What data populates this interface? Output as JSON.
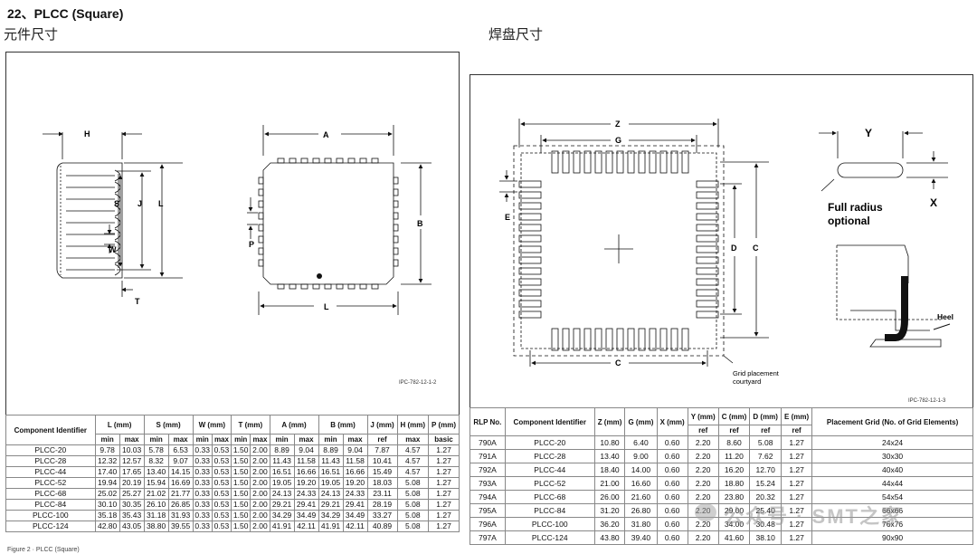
{
  "header": {
    "title": "22、PLCC (Square)",
    "left_subtitle": "元件尺寸",
    "right_subtitle": "焊盘尺寸"
  },
  "left_figure": {
    "labels": {
      "H": "H",
      "S": "S",
      "J": "J",
      "L": "L",
      "W": "W",
      "T": "T",
      "A": "A",
      "B": "B",
      "P": "P",
      "L2": "L"
    },
    "figref": "IPC-782-12-1-2"
  },
  "right_figure": {
    "labels": {
      "Z": "Z",
      "G": "G",
      "C": "C",
      "D": "D",
      "E": "E",
      "Y": "Y",
      "X": "X",
      "C2": "C"
    },
    "full_radius": [
      "Full radius",
      "optional"
    ],
    "heel": "Heel",
    "courtyard": [
      "Grid placement",
      "courtyard"
    ],
    "figref": "IPC-782-12-1-3"
  },
  "left_table": {
    "h1": [
      "Component Identifier",
      "L (mm)",
      "S (mm)",
      "W (mm)",
      "T (mm)",
      "A (mm)",
      "B (mm)",
      "J (mm)",
      "H (mm)",
      "P (mm)"
    ],
    "h2": [
      "min",
      "max",
      "min",
      "max",
      "min",
      "max",
      "min",
      "max",
      "min",
      "max",
      "min",
      "max",
      "ref",
      "max",
      "basic"
    ],
    "rows": [
      [
        "PLCC-20",
        "9.78",
        "10.03",
        "5.78",
        "6.53",
        "0.33",
        "0.53",
        "1.50",
        "2.00",
        "8.89",
        "9.04",
        "8.89",
        "9.04",
        "7.87",
        "4.57",
        "1.27"
      ],
      [
        "PLCC-28",
        "12.32",
        "12.57",
        "8.32",
        "9.07",
        "0.33",
        "0.53",
        "1.50",
        "2.00",
        "11.43",
        "11.58",
        "11.43",
        "11.58",
        "10.41",
        "4.57",
        "1.27"
      ],
      [
        "PLCC-44",
        "17.40",
        "17.65",
        "13.40",
        "14.15",
        "0.33",
        "0.53",
        "1.50",
        "2.00",
        "16.51",
        "16.66",
        "16.51",
        "16.66",
        "15.49",
        "4.57",
        "1.27"
      ],
      [
        "PLCC-52",
        "19.94",
        "20.19",
        "15.94",
        "16.69",
        "0.33",
        "0.53",
        "1.50",
        "2.00",
        "19.05",
        "19.20",
        "19.05",
        "19.20",
        "18.03",
        "5.08",
        "1.27"
      ],
      [
        "PLCC-68",
        "25.02",
        "25.27",
        "21.02",
        "21.77",
        "0.33",
        "0.53",
        "1.50",
        "2.00",
        "24.13",
        "24.33",
        "24.13",
        "24.33",
        "23.11",
        "5.08",
        "1.27"
      ],
      [
        "PLCC-84",
        "30.10",
        "30.35",
        "26.10",
        "26.85",
        "0.33",
        "0.53",
        "1.50",
        "2.00",
        "29.21",
        "29.41",
        "29.21",
        "29.41",
        "28.19",
        "5.08",
        "1.27"
      ],
      [
        "PLCC-100",
        "35.18",
        "35.43",
        "31.18",
        "31.93",
        "0.33",
        "0.53",
        "1.50",
        "2.00",
        "34.29",
        "34.49",
        "34.29",
        "34.49",
        "33.27",
        "5.08",
        "1.27"
      ],
      [
        "PLCC-124",
        "42.80",
        "43.05",
        "38.80",
        "39.55",
        "0.33",
        "0.53",
        "1.50",
        "2.00",
        "41.91",
        "42.11",
        "41.91",
        "42.11",
        "40.89",
        "5.08",
        "1.27"
      ]
    ]
  },
  "right_table": {
    "h1": [
      "RLP No.",
      "Component Identifier",
      "Z (mm)",
      "G (mm)",
      "X (mm)",
      "Y (mm)",
      "C (mm)",
      "D (mm)",
      "E (mm)",
      "Placement Grid (No. of Grid Elements)"
    ],
    "h2": [
      "ref",
      "ref",
      "ref",
      "ref"
    ],
    "rows": [
      [
        "790A",
        "PLCC-20",
        "10.80",
        "6.40",
        "0.60",
        "2.20",
        "8.60",
        "5.08",
        "1.27",
        "24x24"
      ],
      [
        "791A",
        "PLCC-28",
        "13.40",
        "9.00",
        "0.60",
        "2.20",
        "11.20",
        "7.62",
        "1.27",
        "30x30"
      ],
      [
        "792A",
        "PLCC-44",
        "18.40",
        "14.00",
        "0.60",
        "2.20",
        "16.20",
        "12.70",
        "1.27",
        "40x40"
      ],
      [
        "793A",
        "PLCC-52",
        "21.00",
        "16.60",
        "0.60",
        "2.20",
        "18.80",
        "15.24",
        "1.27",
        "44x44"
      ],
      [
        "794A",
        "PLCC-68",
        "26.00",
        "21.60",
        "0.60",
        "2.20",
        "23.80",
        "20.32",
        "1.27",
        "54x54"
      ],
      [
        "795A",
        "PLCC-84",
        "31.20",
        "26.80",
        "0.60",
        "2.20",
        "29.00",
        "25.40",
        "1.27",
        "66x66"
      ],
      [
        "796A",
        "PLCC-100",
        "36.20",
        "31.80",
        "0.60",
        "2.20",
        "34.00",
        "30.48",
        "1.27",
        "76x76"
      ],
      [
        "797A",
        "PLCC-124",
        "43.80",
        "39.40",
        "0.60",
        "2.20",
        "41.60",
        "38.10",
        "1.27",
        "90x90"
      ]
    ]
  },
  "watermark": "公众号 · SMT之家",
  "caption": "Figure 2 · PLCC (Square)"
}
